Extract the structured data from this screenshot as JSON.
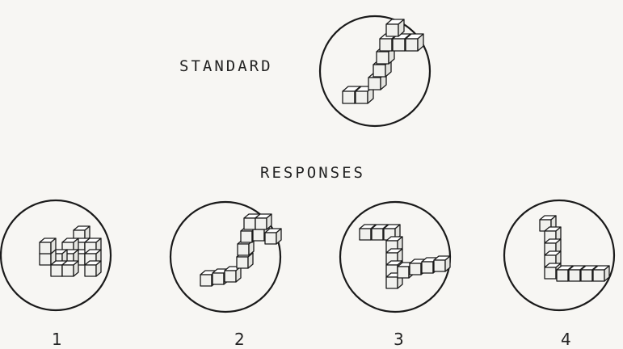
{
  "standard_label": "STANDARD",
  "responses_label": "RESPONSES",
  "responses": [
    {
      "number": "1"
    },
    {
      "number": "2"
    },
    {
      "number": "3"
    },
    {
      "number": "4"
    }
  ]
}
